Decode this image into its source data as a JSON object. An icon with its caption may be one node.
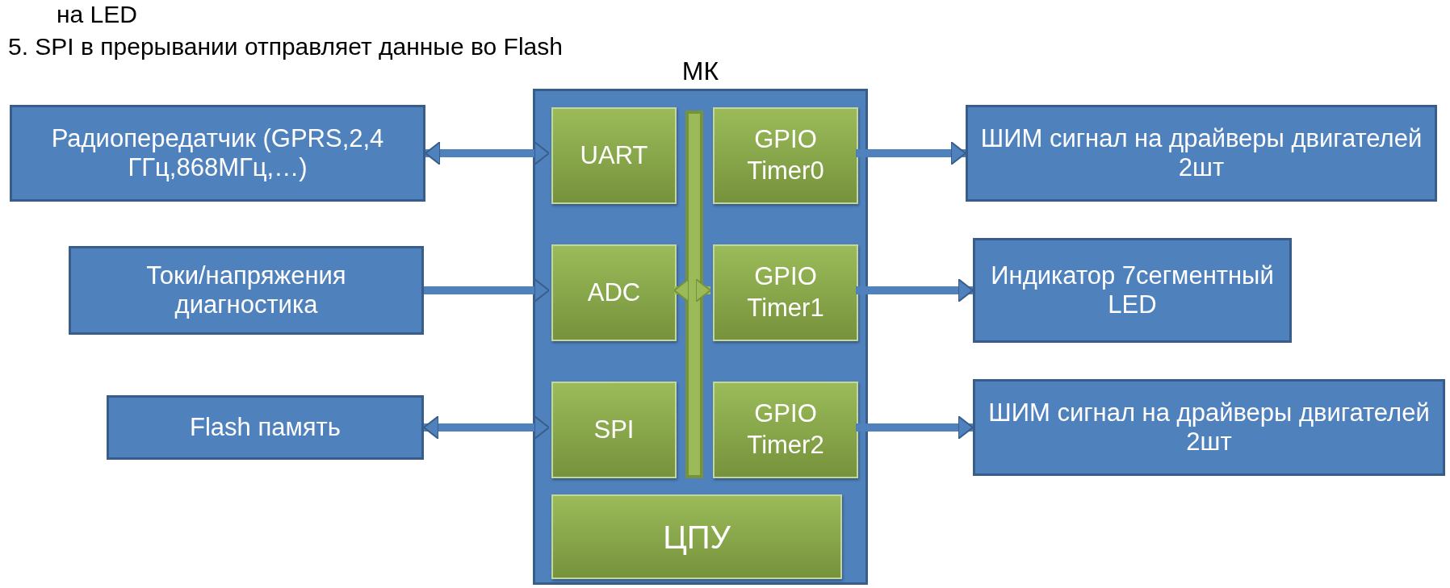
{
  "diagram": {
    "nodes": [
      {
        "text": [
          "Радиопередатчик (GPRS,2,4 ГГц,868МГц,…)"
        ]
      },
      {
        "text": [
          "Токи/напряжения диагностика"
        ]
      },
      {
        "text": [
          "Flash память"
        ]
      },
      {
        "text": [
          "МК"
        ]
      },
      {
        "text": [
          "UART"
        ],
        "in": 3
      },
      {
        "text": [
          "GPIO Timer0"
        ],
        "in": 3
      },
      {
        "text": [
          "ADC"
        ],
        "in": 3
      },
      {
        "text": [
          "GPIO Timer1"
        ],
        "in": 3
      },
      {
        "text": [
          "SPI"
        ],
        "in": 3
      },
      {
        "text": [
          "GPIO Timer2"
        ],
        "in": 3
      },
      {
        "text": [],
        "shape": "bar",
        "in": 3
      },
      {
        "text": [
          "ЦПУ"
        ],
        "in": 3
      },
      {
        "text": [
          "ШИМ сигнал на драйверы двигателей 2шт"
        ]
      },
      {
        "text": [
          "Индикатор 7сегментный LED"
        ]
      },
      {
        "text": [
          "ШИМ сигнал на драйверы двигателей 2шт"
        ]
      }
    ],
    "edges": [
      {
        "from": 0,
        "to": 4,
        "arrow": "both"
      },
      {
        "from": 1,
        "to": 6,
        "arrow": "to"
      },
      {
        "from": 2,
        "to": 8,
        "arrow": "both"
      },
      {
        "from": 6,
        "to": 7,
        "arrow": "both",
        "color": "#9bbb59"
      },
      {
        "from": 5,
        "to": 12,
        "arrow": "to"
      },
      {
        "from": 7,
        "to": 13,
        "arrow": "to"
      },
      {
        "from": 9,
        "to": 14,
        "arrow": "to"
      }
    ],
    "labels": [
      "на LED",
      "5. SPI в прерывании отправляет данные во Flash"
    ]
  }
}
